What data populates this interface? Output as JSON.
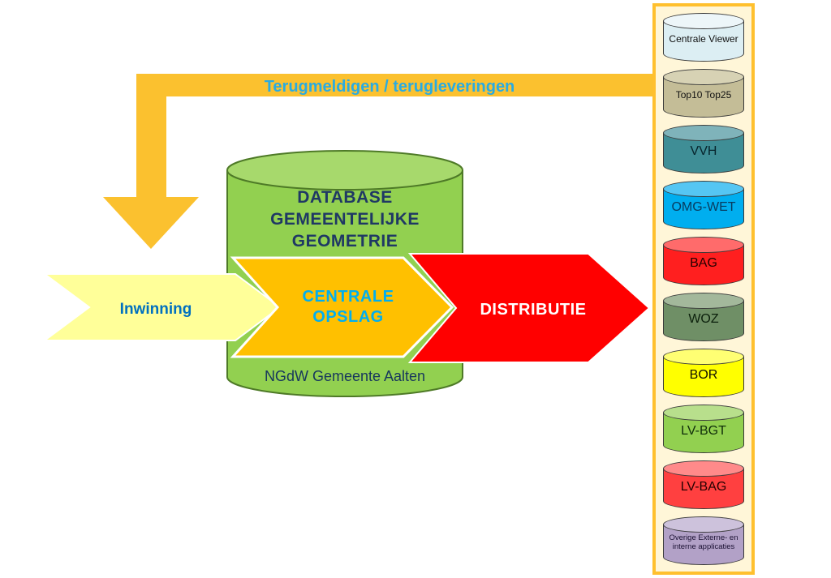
{
  "feedback_arrow": {
    "label": "Terugmeldigen / terugleveringen",
    "color": "#FBC12F",
    "label_color": "#29ABE2"
  },
  "database": {
    "title_lines": [
      "DATABASE",
      "GEMEENTELIJKE",
      "GEOMETRIE"
    ],
    "subtitle": "NGdW Gemeente Aalten",
    "body_color": "#92D050",
    "top_color": "#A7D96C",
    "border_color": "#4E7A27",
    "title_color": "#1F3864",
    "subtitle_color": "#17365D"
  },
  "flow_arrows": [
    {
      "label": "Inwinning",
      "color": "#FFFF99",
      "label_color": "#0070C0"
    },
    {
      "label_line1": "CENTRALE",
      "label_line2": "OPSLAG",
      "color": "#FFC000",
      "label_color": "#00AEEF"
    },
    {
      "label": "DISTRIBUTIE",
      "color": "#FF0000",
      "label_color": "#FFFFFF"
    }
  ],
  "systems_panel": {
    "border_color": "#FFC02E",
    "bg_color": "#FFF6D8",
    "items": [
      {
        "label": "Centrale Viewer",
        "color": "#DCEEF3",
        "top_color": "#EDF6F9",
        "text_color": "#111111"
      },
      {
        "label": "Top10 Top25",
        "color": "#C4BD97",
        "top_color": "#D7D2B4",
        "text_color": "#111111"
      },
      {
        "label": "VVH",
        "color": "#3F8E96",
        "top_color": "#7FB3BA",
        "text_color": "#06232B"
      },
      {
        "label": "OMG-WET",
        "color": "#00AEEF",
        "top_color": "#55C6F3",
        "text_color": "#083B5E"
      },
      {
        "label": "BAG",
        "color": "#FF1F1F",
        "top_color": "#FF6B6B",
        "text_color": "#250000"
      },
      {
        "label": "WOZ",
        "color": "#6F8F66",
        "top_color": "#A3B89B",
        "text_color": "#0B1F0B"
      },
      {
        "label": "BOR",
        "color": "#FFFF00",
        "top_color": "#FFFF73",
        "text_color": "#111100"
      },
      {
        "label": "LV-BGT",
        "color": "#92D050",
        "top_color": "#B8DF8C",
        "text_color": "#0F2D0A"
      },
      {
        "label": "LV-BAG",
        "color": "#FF4040",
        "top_color": "#FF8A8A",
        "text_color": "#250000"
      },
      {
        "label": "Overige Externe- en interne applicaties",
        "color": "#B2A1C7",
        "top_color": "#CDC2DC",
        "text_color": "#1B1133"
      }
    ]
  }
}
